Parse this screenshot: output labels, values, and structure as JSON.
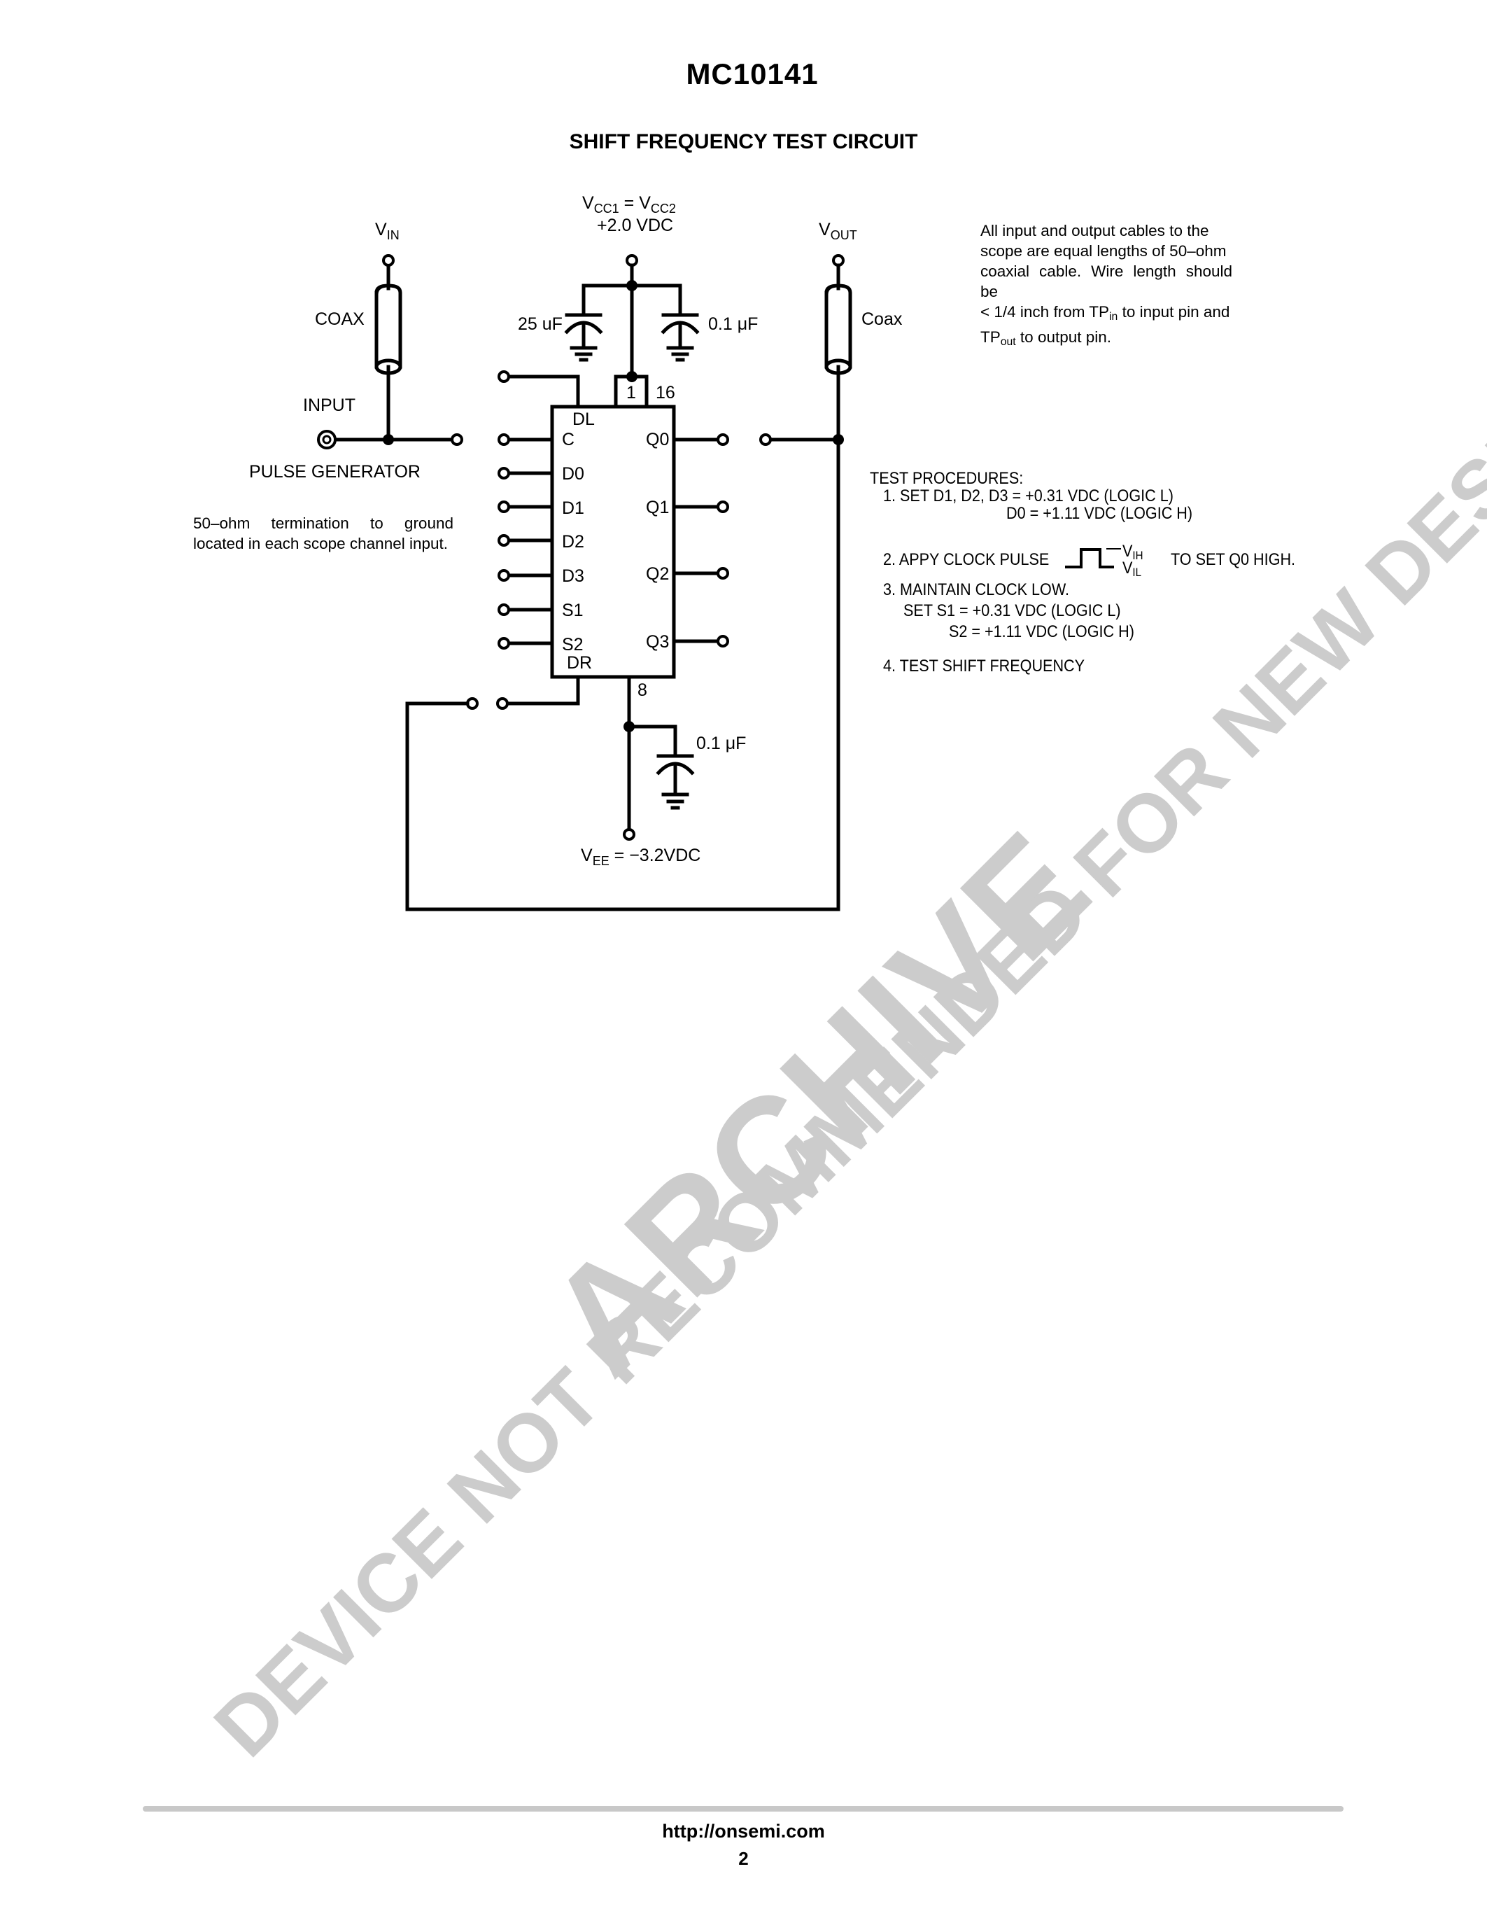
{
  "header": {
    "part_number": "MC10141",
    "figure_title": "SHIFT FREQUENCY TEST CIRCUIT"
  },
  "schematic": {
    "vin": {
      "label": "V",
      "sub": "IN"
    },
    "vout": {
      "label": "V",
      "sub": "OUT"
    },
    "vcc": {
      "line1_a": "V",
      "line1_sub1": "CC1",
      "line1_eq": " = V",
      "line1_sub2": "CC2",
      "line2": "+2.0 VDC"
    },
    "vee": {
      "label": "V",
      "sub": "EE",
      "value": " = −3.2VDC"
    },
    "coax_left_label": "COAX",
    "coax_right_label": "Coax",
    "input_label": "INPUT",
    "pulse_generator_label": "PULSE GENERATOR",
    "capacitors": [
      {
        "id": "c-vcc-left",
        "value": "25 uF"
      },
      {
        "id": "c-vcc-right",
        "value": "0.1 μF"
      },
      {
        "id": "c-vee",
        "value": "0.1 μF"
      }
    ],
    "ic": {
      "pin_numbers": {
        "pin1": "1",
        "pin16": "16",
        "pin8": "8"
      },
      "left_pins": [
        "C",
        "D0",
        "D1",
        "D2",
        "D3",
        "S1",
        "S2"
      ],
      "right_pins": [
        "Q0",
        "Q1",
        "Q2",
        "Q3"
      ],
      "top_label": "DL",
      "bottom_label": "DR"
    }
  },
  "notes": {
    "cable_note": {
      "line1": "All input and output cables to the",
      "line2": "scope are equal lengths of 50–ohm",
      "line3": "coaxial cable. Wire length should be",
      "line4_pre": "< 1/4 inch from TP",
      "line4_sub": "in",
      "line4_post": " to input pin and",
      "line5_pre": "TP",
      "line5_sub": "out",
      "line5_post": " to output pin."
    },
    "termination_note": {
      "line1": "50–ohm termination to ground",
      "line2": "located in each scope channel input."
    }
  },
  "test_procedures": {
    "heading": "TEST PROCEDURES:",
    "step1_a": "1.  SET D1, D2, D3 = +0.31 VDC (LOGIC L)",
    "step1_b": "D0 = +1.11 VDC (LOGIC H)",
    "step2_pre": "2.  APPY CLOCK PULSE",
    "step2_vih": "V",
    "step2_vih_sub": "IH",
    "step2_vil": "V",
    "step2_vil_sub": "IL",
    "step2_post": "TO SET Q0 HIGH.",
    "step3_a": "3.  MAINTAIN CLOCK LOW.",
    "step3_b": "SET   S1 = +0.31 VDC (LOGIC L)",
    "step3_c": "S2 = +1.11 VDC (LOGIC H)",
    "step4": "4. TEST SHIFT FREQUENCY"
  },
  "watermark": {
    "main": "ARCHIVE",
    "secondary": "DEVICE NOT RECOMMENDED FOR NEW DESIGN",
    "color": "#cccccc"
  },
  "footer": {
    "url": "http://onsemi.com",
    "page_number": "2"
  }
}
